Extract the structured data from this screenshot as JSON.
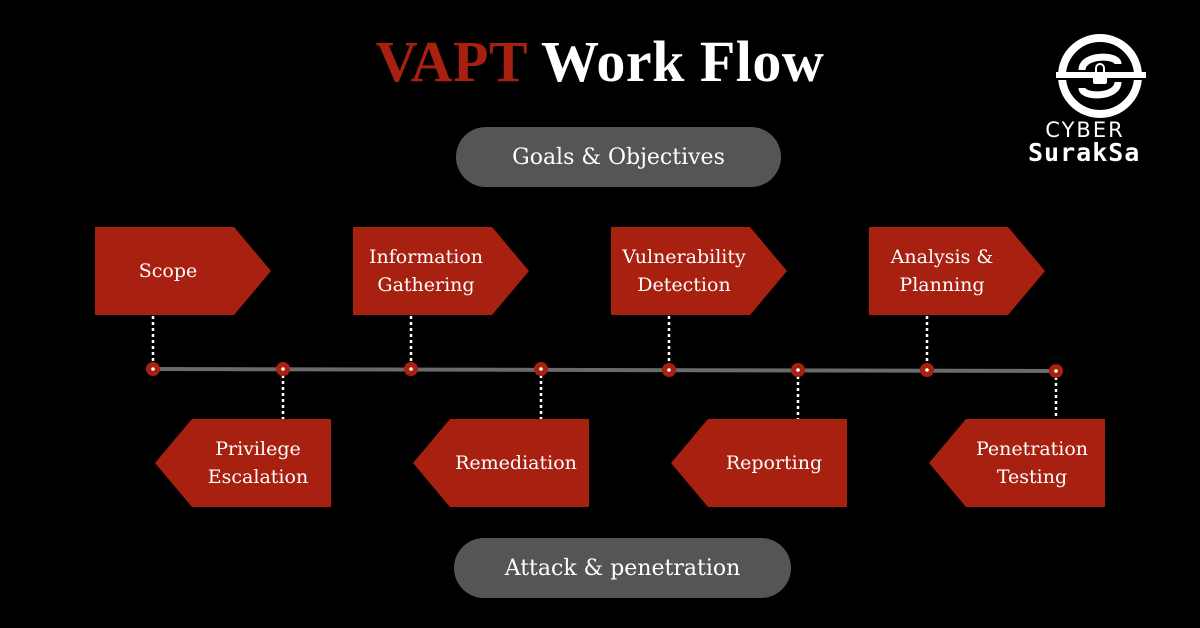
{
  "title": {
    "accent": "VAPT",
    "rest": " Work Flow"
  },
  "pills": {
    "top": "Goals & Objectives",
    "bottom": "Attack & penetration"
  },
  "steps_top": [
    {
      "label": "Scope"
    },
    {
      "label": "Information\nGathering"
    },
    {
      "label": "Vulnerability\nDetection"
    },
    {
      "label": "Analysis &\nPlanning"
    }
  ],
  "steps_bottom": [
    {
      "label": "Privilege\nEscalation"
    },
    {
      "label": "Remediation"
    },
    {
      "label": "Reporting"
    },
    {
      "label": "Penetration\nTesting"
    }
  ],
  "logo": {
    "line1": "CYBER",
    "line2": "SurakSa"
  },
  "colors": {
    "accent": "#a82010",
    "pill": "#555555",
    "background": "#000000",
    "timeline": "#6a6a6a"
  }
}
